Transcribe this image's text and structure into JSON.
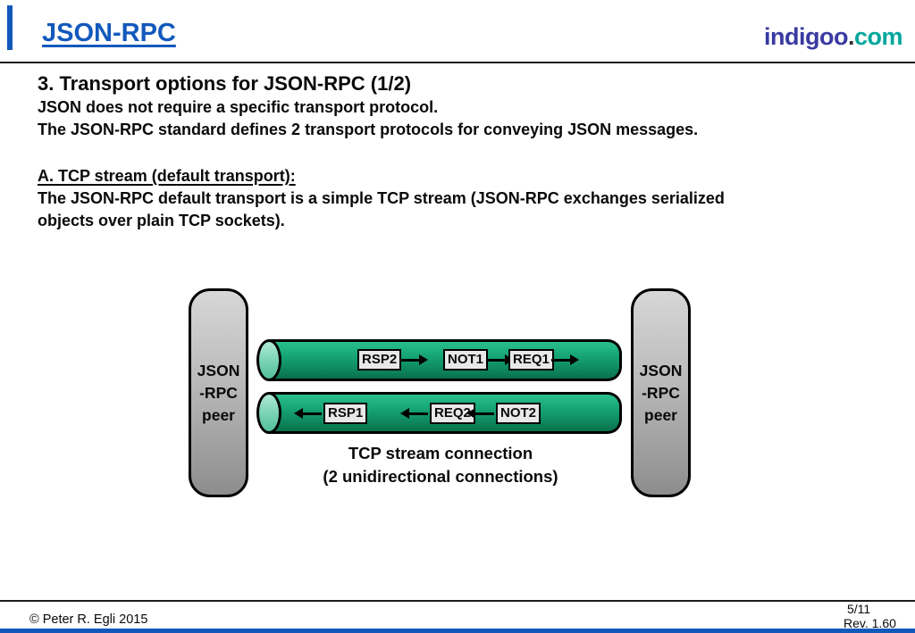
{
  "colors": {
    "accent_blue": "#1359BC",
    "brand_indigo": "#3A3AA2",
    "brand_teal": "#00A69C",
    "pipe_green": "#16A576",
    "peer_gray": "#BDBDBD",
    "message_box_bg": "#E8E8E8"
  },
  "header": {
    "title": "JSON-RPC",
    "brand_part1": "indigoo",
    "brand_dot": ".",
    "brand_part2": "com"
  },
  "content": {
    "section_title": "3. Transport options for JSON-RPC (1/2)",
    "intro_line1": "JSON does not require a specific transport protocol.",
    "intro_line2": "The JSON-RPC standard defines 2 transport protocols for conveying JSON messages.",
    "subsection_heading": "A. TCP stream (default transport):",
    "subsection_line1": "The JSON-RPC default transport is a simple TCP stream (JSON-RPC exchanges serialized",
    "subsection_line2": "objects over plain TCP sockets)."
  },
  "diagram": {
    "left_peer": {
      "line1": "JSON",
      "line2": "-RPC",
      "line3": "peer"
    },
    "right_peer": {
      "line1": "JSON",
      "line2": "-RPC",
      "line3": "peer"
    },
    "top_pipe": {
      "direction": "right",
      "msg1": "RSP2",
      "msg2": "NOT1",
      "msg3": "REQ1"
    },
    "bottom_pipe": {
      "direction": "left",
      "msg1": "RSP1",
      "msg2": "REQ2",
      "msg3": "NOT2"
    },
    "caption_line1": "TCP stream connection",
    "caption_line2": "(2 unidirectional connections)"
  },
  "footer": {
    "copyright": "© Peter R. Egli 2015",
    "page": "5/11",
    "revision": "Rev. 1.60"
  }
}
